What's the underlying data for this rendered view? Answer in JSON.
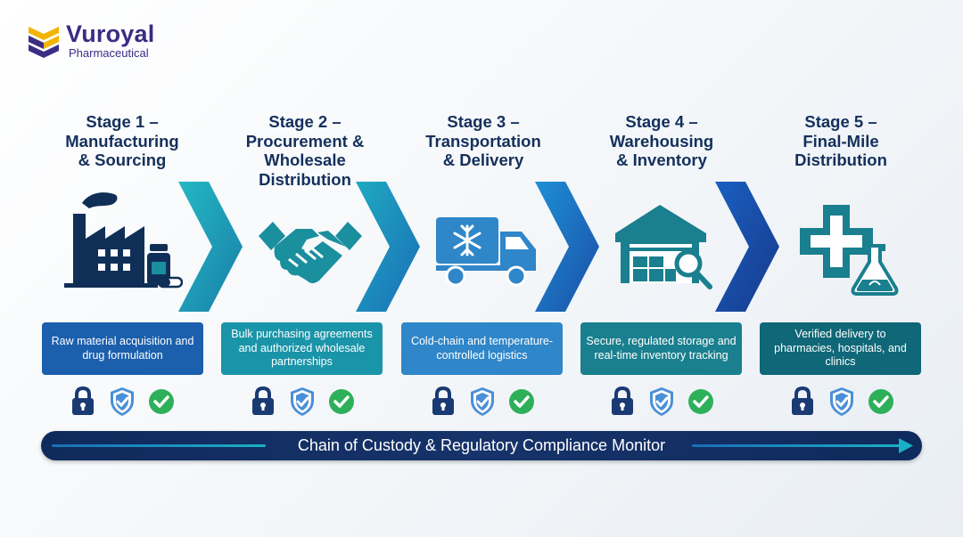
{
  "brand": {
    "name": "Vuroyal",
    "subtitle": "Pharmaceutical",
    "colors": {
      "purple": "#3b2c84",
      "gold": "#f2b400"
    }
  },
  "stages": [
    {
      "title": "Stage 1 –\nManufacturing\n& Sourcing",
      "icon": "factory-icon",
      "description": "Raw material acquisition and drug formulation",
      "box_color": "#1b5fad"
    },
    {
      "title": "Stage 2 –\nProcurement &\nWholesale Distribution",
      "icon": "handshake-icon",
      "description": "Bulk purchasing agreements and authorized wholesale partnerships",
      "box_color": "#1a94a8"
    },
    {
      "title": "Stage 3 –\nTransportation\n& Delivery",
      "icon": "refrigerated-truck-icon",
      "description": "Cold-chain and temperature-controlled logistics",
      "box_color": "#2f86c8"
    },
    {
      "title": "Stage 4 –\nWarehousing\n& Inventory",
      "icon": "warehouse-search-icon",
      "description": "Secure, regulated storage and real-time inventory tracking",
      "box_color": "#1a7f8e"
    },
    {
      "title": "Stage 5 –\nFinal-Mile\nDistribution",
      "icon": "pharmacy-cross-flask-icon",
      "description": "Verified delivery to pharmacies, hospitals, and clinics",
      "box_color": "#0f6777"
    }
  ],
  "badges": [
    "lock-icon",
    "shield-check-icon",
    "check-circle-icon"
  ],
  "monitor": {
    "label": "Chain of Custody & Regulatory Compliance Monitor"
  },
  "colors": {
    "navy": "#1a3a74",
    "teal": "#1a8f9e",
    "shield_blue": "#4a8fd8",
    "check_green": "#2eb05a"
  }
}
